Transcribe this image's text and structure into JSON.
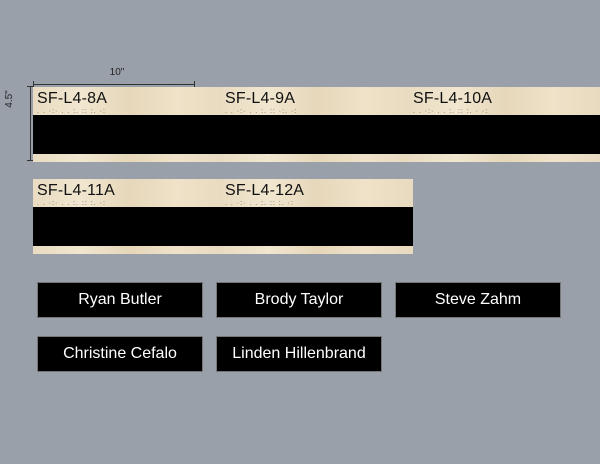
{
  "dimensions": {
    "width": "10\"",
    "height": "4.5\""
  },
  "room_signs": [
    {
      "number": "SF-L4-8A",
      "braille": ". . ·:· . . :. :: :. ·:"
    },
    {
      "number": "SF-L4-9A",
      "braille": ". . ·:· . . :. :: ·:. ·:"
    },
    {
      "number": "SF-L4-10A",
      "braille": ". . ·:· . . :. :: :. · ·:"
    },
    {
      "number": "SF-L4-11A",
      "braille": ". . ·:· . . :. :: :. ·:"
    },
    {
      "number": "SF-L4-12A",
      "braille": ". . ·:· . . :. :: :. ·:"
    }
  ],
  "name_plates": [
    "Ryan Butler",
    "Brody Taylor",
    "Steve Zahm",
    "Christine Cefalo",
    "Linden Hillenbrand"
  ]
}
